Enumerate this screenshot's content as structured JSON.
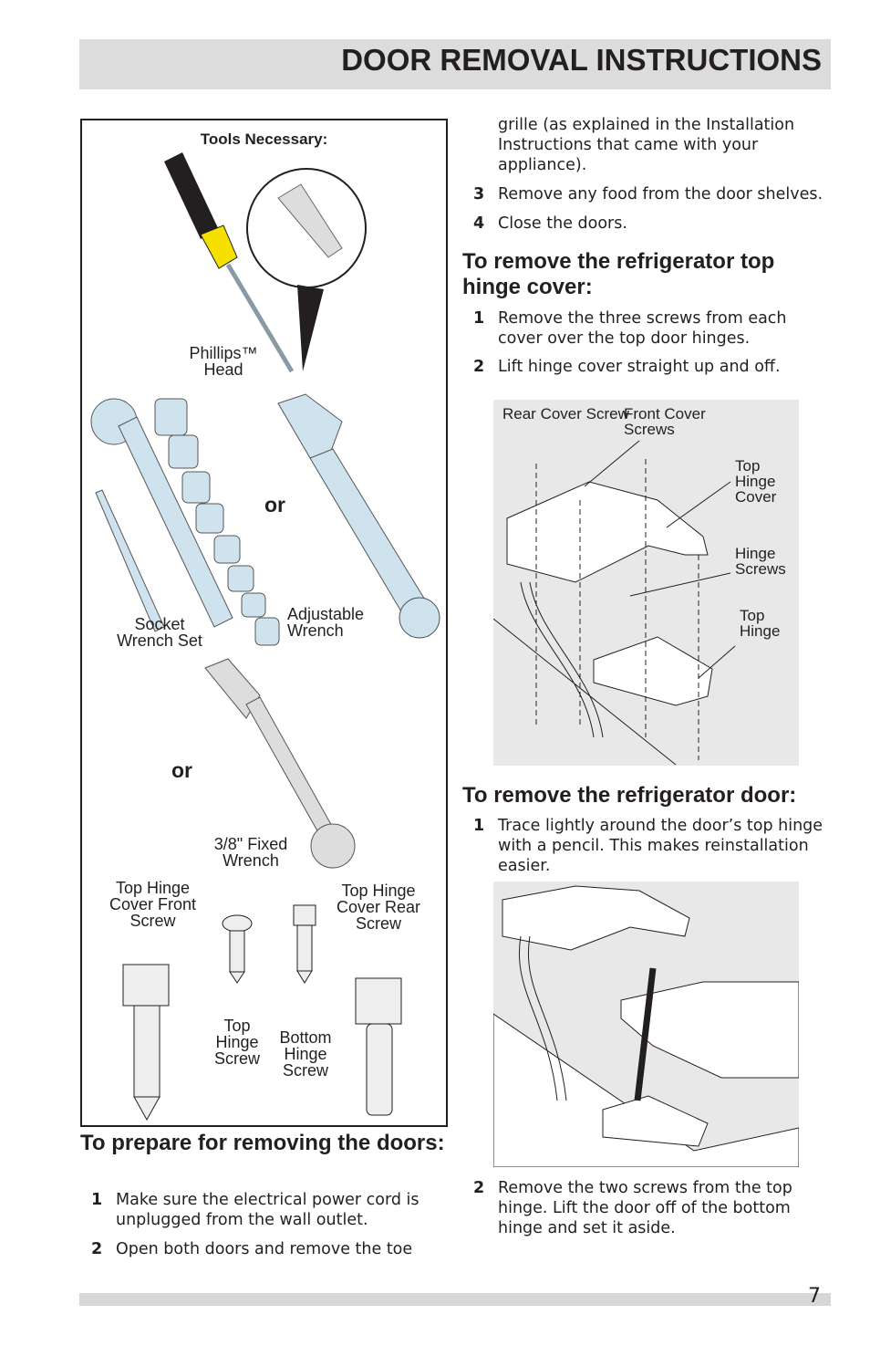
{
  "header": {
    "title": "DOOR REMOVAL INSTRUCTIONS"
  },
  "tools": {
    "title": "Tools Necessary:",
    "phillips": "Phillips™ Head",
    "or1": "or",
    "or2": "or",
    "socket": "Socket Wrench Set",
    "adjustable": "Adjustable Wrench",
    "fixed": "3/8\" Fixed Wrench",
    "front_screw": "Top Hinge Cover Front Screw",
    "rear_screw": "Top Hinge Cover Rear Screw",
    "top_hinge_screw": "Top Hinge Screw",
    "bottom_hinge_screw": "Bottom Hinge Screw"
  },
  "prepare": {
    "heading": "To prepare for removing the doors:",
    "steps": [
      {
        "n": "1",
        "text": "Make sure the electrical power cord is unplugged from the wall outlet."
      },
      {
        "n": "2",
        "text": "Open both doors and remove the toe"
      }
    ],
    "continued": "grille (as explained in the Installation Instructions that came with your appliance).",
    "steps2": [
      {
        "n": "3",
        "text": "Remove any food from the door shelves."
      },
      {
        "n": "4",
        "text": "Close the doors."
      }
    ]
  },
  "cover": {
    "heading": "To remove the refrigerator top hinge cover:",
    "steps": [
      {
        "n": "1",
        "text": "Remove the three screws from each cover over the top door hinges."
      },
      {
        "n": "2",
        "text": "Lift hinge cover straight up and off."
      }
    ],
    "figure": {
      "rear": "Rear Cover Screw",
      "front": "Front Cover Screws",
      "cover": "Top Hinge Cover",
      "screws": "Hinge Screws",
      "hinge": "Top Hinge"
    }
  },
  "door": {
    "heading": "To remove the refrigerator door:",
    "steps": [
      {
        "n": "1",
        "text": "Trace lightly around the door’s top hinge with a pencil. This makes reinstallation easier."
      },
      {
        "n": "2",
        "text": "Remove the two screws from the top hinge. Lift the door off of the bottom hinge and set it aside."
      }
    ]
  },
  "footer": {
    "page": "7"
  }
}
